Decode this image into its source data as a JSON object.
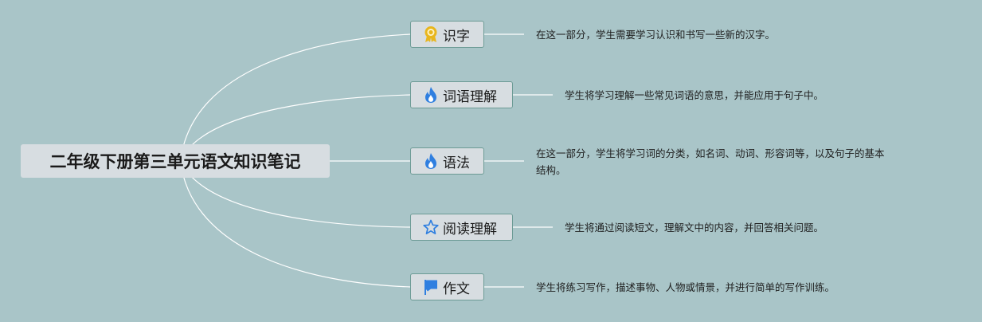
{
  "root": {
    "title": "二年级下册第三单元语文知识笔记"
  },
  "topics": [
    {
      "label": "识字",
      "icon": "award-ribbon-icon",
      "description": "在这一部分，学生需要学习认识和书写一些新的汉字。"
    },
    {
      "label": "词语理解",
      "icon": "fire-icon",
      "description": "学生将学习理解一些常见词语的意思，并能应用于句子中。"
    },
    {
      "label": "语法",
      "icon": "fire-icon",
      "description_lines": [
        "在这一部分，学生将学习词的分类，如名词、动词、形容词等，以及句子的基本",
        "结构。"
      ]
    },
    {
      "label": "阅读理解",
      "icon": "star-outline-icon",
      "description": "学生将通过阅读短文，理解文中的内容，并回答相关问题。"
    },
    {
      "label": "作文",
      "icon": "flag-icon",
      "description": "学生将练习写作，描述事物、人物或情景，并进行简单的写作训练。"
    }
  ],
  "colors": {
    "background": "#a9c5c8",
    "node_fill": "#d7dde1",
    "node_border": "#6c9b95",
    "connector": "#ffffff",
    "fire": "#2f7fe0",
    "award": "#e8b61e",
    "star": "#2f7fe0",
    "flag": "#2f7fe0"
  }
}
